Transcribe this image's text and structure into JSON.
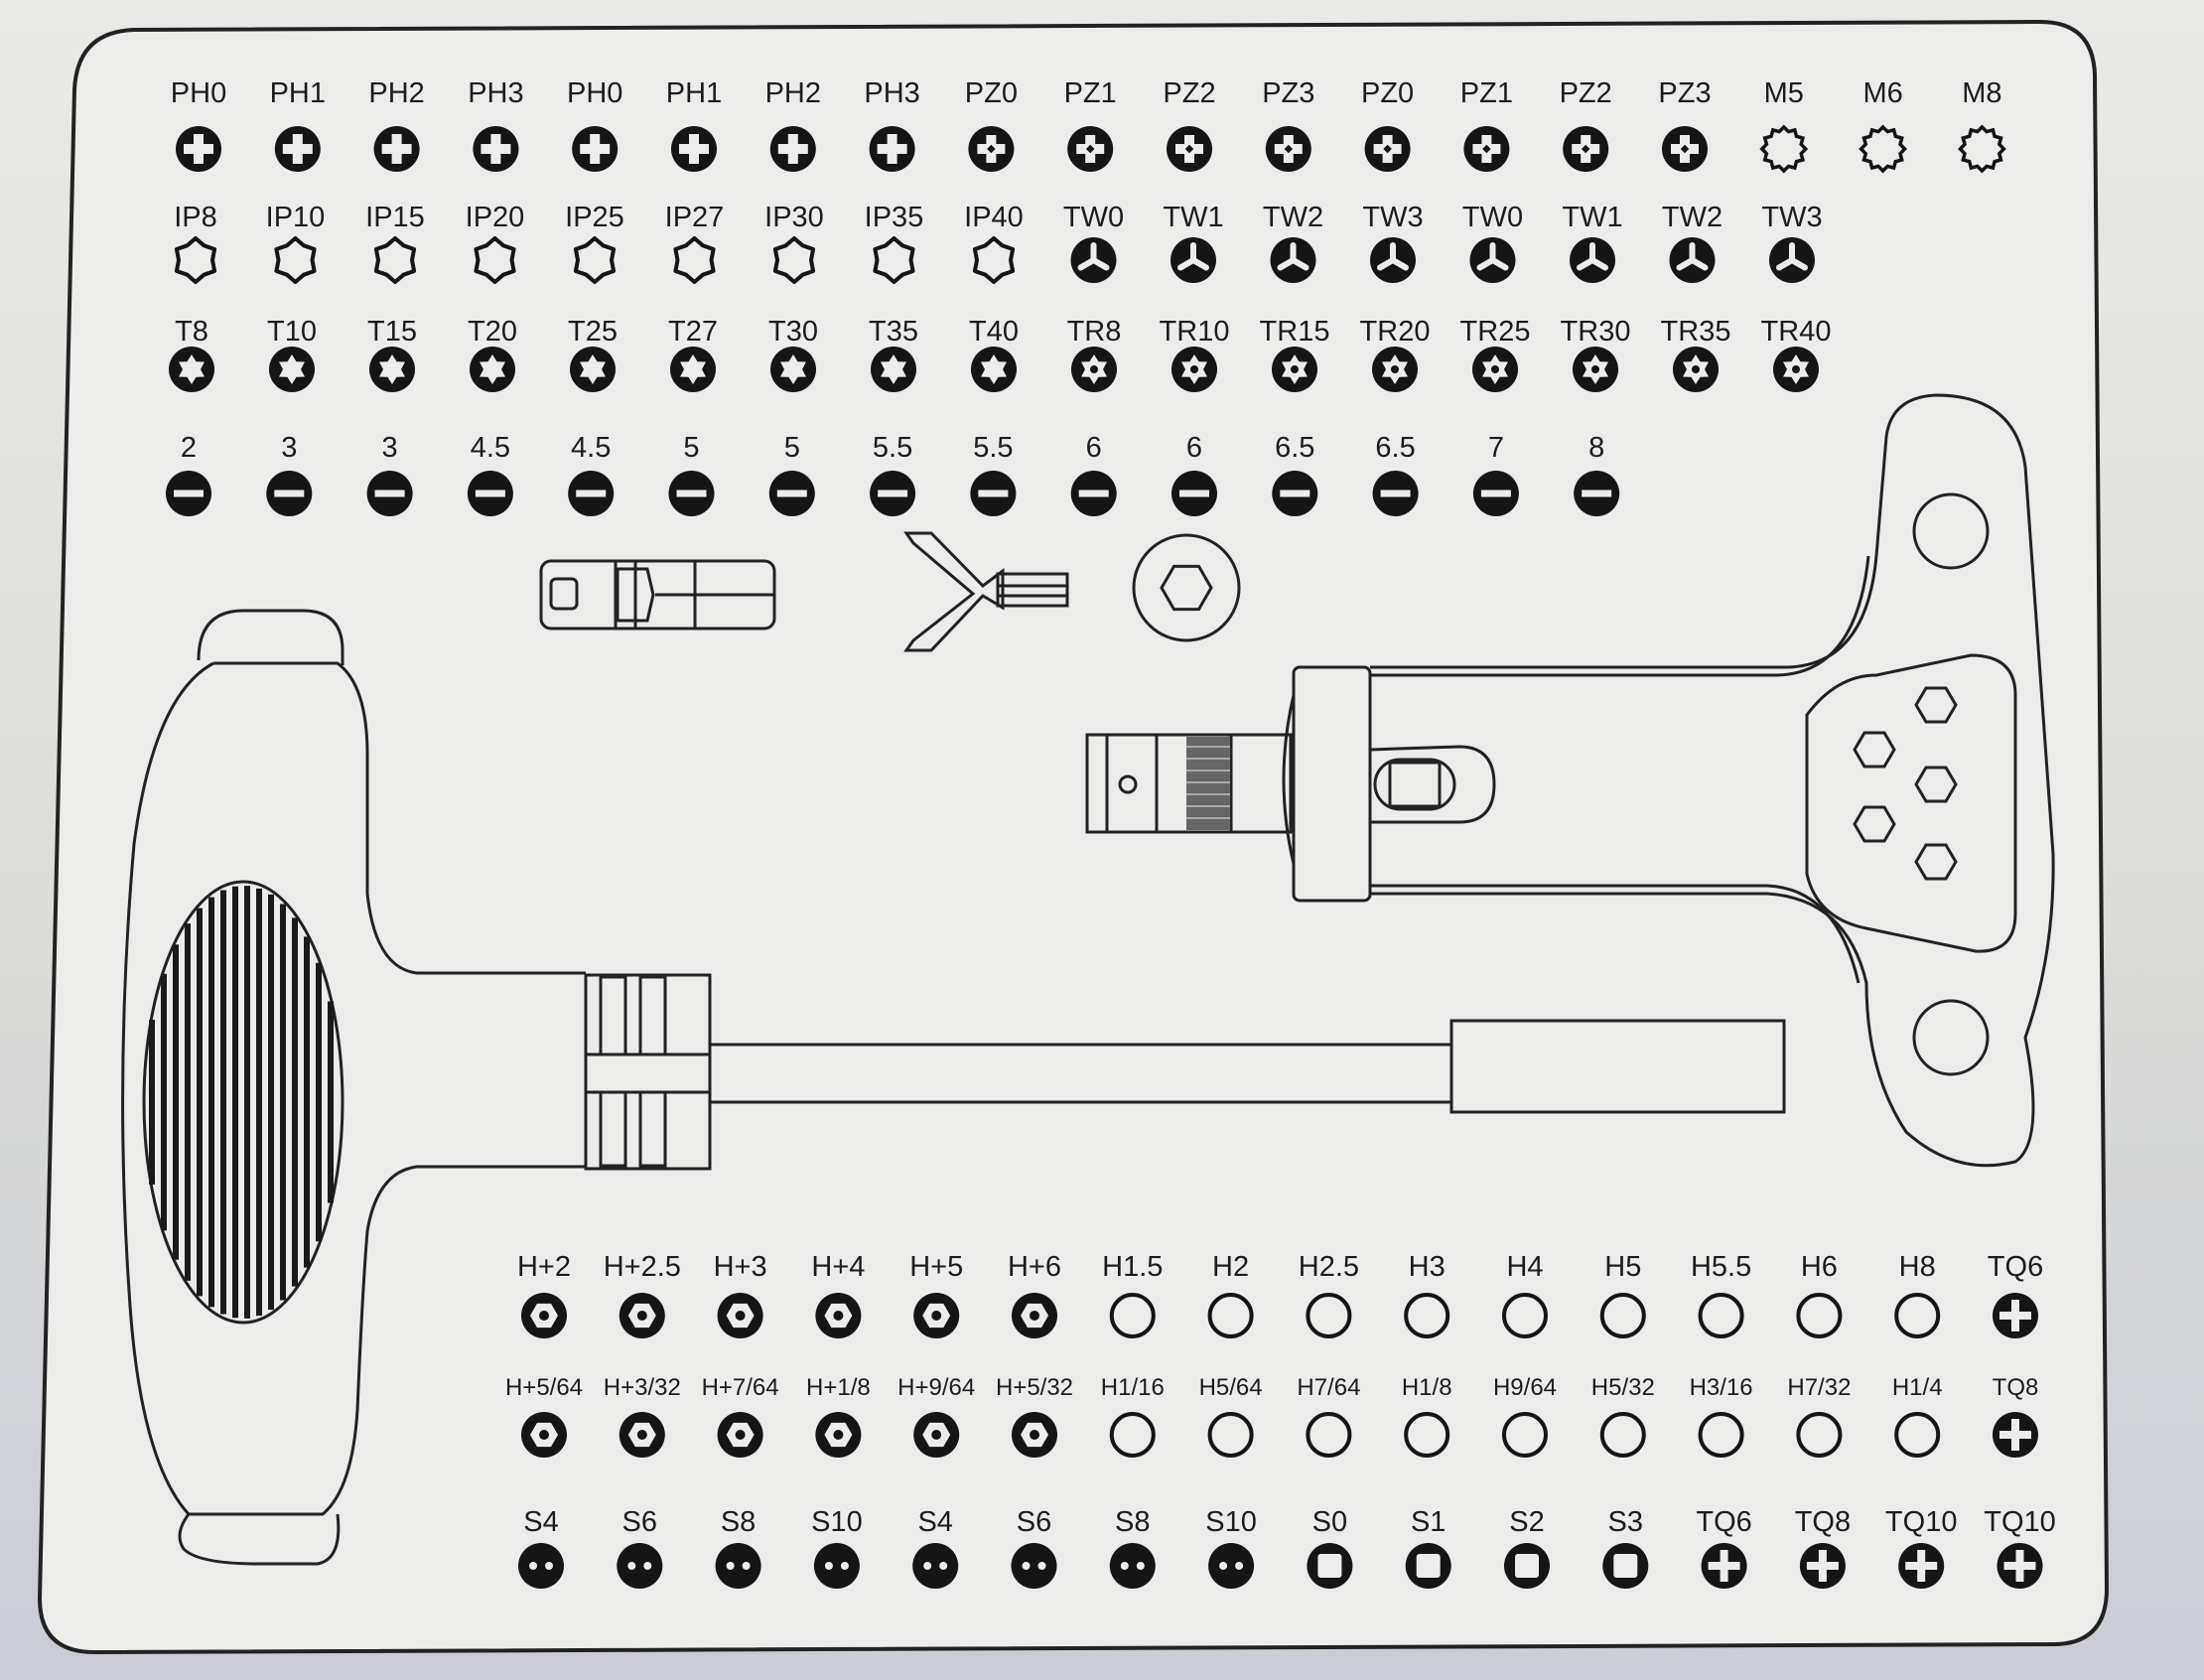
{
  "colors": {
    "ink": "#151515",
    "card": "#ececea",
    "line": "#222222"
  },
  "rows": [
    {
      "id": "row1",
      "items": [
        {
          "label": "PH0",
          "icon": "phillips"
        },
        {
          "label": "PH1",
          "icon": "phillips"
        },
        {
          "label": "PH2",
          "icon": "phillips"
        },
        {
          "label": "PH3",
          "icon": "phillips"
        },
        {
          "label": "PH0",
          "icon": "phillips"
        },
        {
          "label": "PH1",
          "icon": "phillips"
        },
        {
          "label": "PH2",
          "icon": "phillips"
        },
        {
          "label": "PH3",
          "icon": "phillips"
        },
        {
          "label": "PZ0",
          "icon": "pozidriv"
        },
        {
          "label": "PZ1",
          "icon": "pozidriv"
        },
        {
          "label": "PZ2",
          "icon": "pozidriv"
        },
        {
          "label": "PZ3",
          "icon": "pozidriv"
        },
        {
          "label": "PZ0",
          "icon": "pozidriv"
        },
        {
          "label": "PZ1",
          "icon": "pozidriv"
        },
        {
          "label": "PZ2",
          "icon": "pozidriv"
        },
        {
          "label": "PZ3",
          "icon": "pozidriv"
        },
        {
          "label": "M5",
          "icon": "spline"
        },
        {
          "label": "M6",
          "icon": "spline"
        },
        {
          "label": "M8",
          "icon": "spline"
        }
      ]
    },
    {
      "id": "row2",
      "items": [
        {
          "label": "IP8",
          "icon": "torx-plus"
        },
        {
          "label": "IP10",
          "icon": "torx-plus"
        },
        {
          "label": "IP15",
          "icon": "torx-plus"
        },
        {
          "label": "IP20",
          "icon": "torx-plus"
        },
        {
          "label": "IP25",
          "icon": "torx-plus"
        },
        {
          "label": "IP27",
          "icon": "torx-plus"
        },
        {
          "label": "IP30",
          "icon": "torx-plus"
        },
        {
          "label": "IP35",
          "icon": "torx-plus"
        },
        {
          "label": "IP40",
          "icon": "torx-plus"
        },
        {
          "label": "TW0",
          "icon": "tri-wing"
        },
        {
          "label": "TW1",
          "icon": "tri-wing"
        },
        {
          "label": "TW2",
          "icon": "tri-wing"
        },
        {
          "label": "TW3",
          "icon": "tri-wing"
        },
        {
          "label": "TW0",
          "icon": "tri-wing"
        },
        {
          "label": "TW1",
          "icon": "tri-wing"
        },
        {
          "label": "TW2",
          "icon": "tri-wing"
        },
        {
          "label": "TW3",
          "icon": "tri-wing"
        }
      ]
    },
    {
      "id": "row3",
      "items": [
        {
          "label": "T8",
          "icon": "torx"
        },
        {
          "label": "T10",
          "icon": "torx"
        },
        {
          "label": "T15",
          "icon": "torx"
        },
        {
          "label": "T20",
          "icon": "torx"
        },
        {
          "label": "T25",
          "icon": "torx"
        },
        {
          "label": "T27",
          "icon": "torx"
        },
        {
          "label": "T30",
          "icon": "torx"
        },
        {
          "label": "T35",
          "icon": "torx"
        },
        {
          "label": "T40",
          "icon": "torx"
        },
        {
          "label": "TR8",
          "icon": "torx-tamper"
        },
        {
          "label": "TR10",
          "icon": "torx-tamper"
        },
        {
          "label": "TR15",
          "icon": "torx-tamper"
        },
        {
          "label": "TR20",
          "icon": "torx-tamper"
        },
        {
          "label": "TR25",
          "icon": "torx-tamper"
        },
        {
          "label": "TR30",
          "icon": "torx-tamper"
        },
        {
          "label": "TR35",
          "icon": "torx-tamper"
        },
        {
          "label": "TR40",
          "icon": "torx-tamper"
        }
      ]
    },
    {
      "id": "row4",
      "items": [
        {
          "label": "2",
          "icon": "slotted"
        },
        {
          "label": "3",
          "icon": "slotted"
        },
        {
          "label": "3",
          "icon": "slotted"
        },
        {
          "label": "4.5",
          "icon": "slotted"
        },
        {
          "label": "4.5",
          "icon": "slotted"
        },
        {
          "label": "5",
          "icon": "slotted"
        },
        {
          "label": "5",
          "icon": "slotted"
        },
        {
          "label": "5.5",
          "icon": "slotted"
        },
        {
          "label": "5.5",
          "icon": "slotted"
        },
        {
          "label": "6",
          "icon": "slotted"
        },
        {
          "label": "6",
          "icon": "slotted"
        },
        {
          "label": "6.5",
          "icon": "slotted"
        },
        {
          "label": "6.5",
          "icon": "slotted"
        },
        {
          "label": "7",
          "icon": "slotted"
        },
        {
          "label": "8",
          "icon": "slotted"
        }
      ]
    },
    {
      "id": "row5",
      "items": [
        {
          "label": "H+2",
          "icon": "hex-security"
        },
        {
          "label": "H+2.5",
          "icon": "hex-security"
        },
        {
          "label": "H+3",
          "icon": "hex-security"
        },
        {
          "label": "H+4",
          "icon": "hex-security"
        },
        {
          "label": "H+5",
          "icon": "hex-security"
        },
        {
          "label": "H+6",
          "icon": "hex-security"
        },
        {
          "label": "H1.5",
          "icon": "hex"
        },
        {
          "label": "H2",
          "icon": "hex"
        },
        {
          "label": "H2.5",
          "icon": "hex"
        },
        {
          "label": "H3",
          "icon": "hex"
        },
        {
          "label": "H4",
          "icon": "hex"
        },
        {
          "label": "H5",
          "icon": "hex"
        },
        {
          "label": "H5.5",
          "icon": "hex"
        },
        {
          "label": "H6",
          "icon": "hex"
        },
        {
          "label": "H8",
          "icon": "hex"
        },
        {
          "label": "TQ6",
          "icon": "tri-groove"
        }
      ]
    },
    {
      "id": "row6",
      "small": true,
      "items": [
        {
          "label": "H+5/64",
          "icon": "hex-security"
        },
        {
          "label": "H+3/32",
          "icon": "hex-security"
        },
        {
          "label": "H+7/64",
          "icon": "hex-security"
        },
        {
          "label": "H+1/8",
          "icon": "hex-security"
        },
        {
          "label": "H+9/64",
          "icon": "hex-security"
        },
        {
          "label": "H+5/32",
          "icon": "hex-security"
        },
        {
          "label": "H1/16",
          "icon": "hex"
        },
        {
          "label": "H5/64",
          "icon": "hex"
        },
        {
          "label": "H7/64",
          "icon": "hex"
        },
        {
          "label": "H1/8",
          "icon": "hex"
        },
        {
          "label": "H9/64",
          "icon": "hex"
        },
        {
          "label": "H5/32",
          "icon": "hex"
        },
        {
          "label": "H3/16",
          "icon": "hex"
        },
        {
          "label": "H7/32",
          "icon": "hex"
        },
        {
          "label": "H1/4",
          "icon": "hex"
        },
        {
          "label": "TQ8",
          "icon": "tri-groove"
        }
      ]
    },
    {
      "id": "row7",
      "items": [
        {
          "label": "S4",
          "icon": "spanner"
        },
        {
          "label": "S6",
          "icon": "spanner"
        },
        {
          "label": "S8",
          "icon": "spanner"
        },
        {
          "label": "S10",
          "icon": "spanner"
        },
        {
          "label": "S4",
          "icon": "spanner"
        },
        {
          "label": "S6",
          "icon": "spanner"
        },
        {
          "label": "S8",
          "icon": "spanner"
        },
        {
          "label": "S10",
          "icon": "spanner"
        },
        {
          "label": "S0",
          "icon": "square"
        },
        {
          "label": "S1",
          "icon": "square"
        },
        {
          "label": "S2",
          "icon": "square"
        },
        {
          "label": "S3",
          "icon": "square"
        },
        {
          "label": "TQ6",
          "icon": "tri-groove"
        },
        {
          "label": "TQ8",
          "icon": "tri-groove"
        },
        {
          "label": "TQ10",
          "icon": "tri-groove"
        },
        {
          "label": "TQ10",
          "icon": "tri-groove"
        }
      ]
    }
  ]
}
